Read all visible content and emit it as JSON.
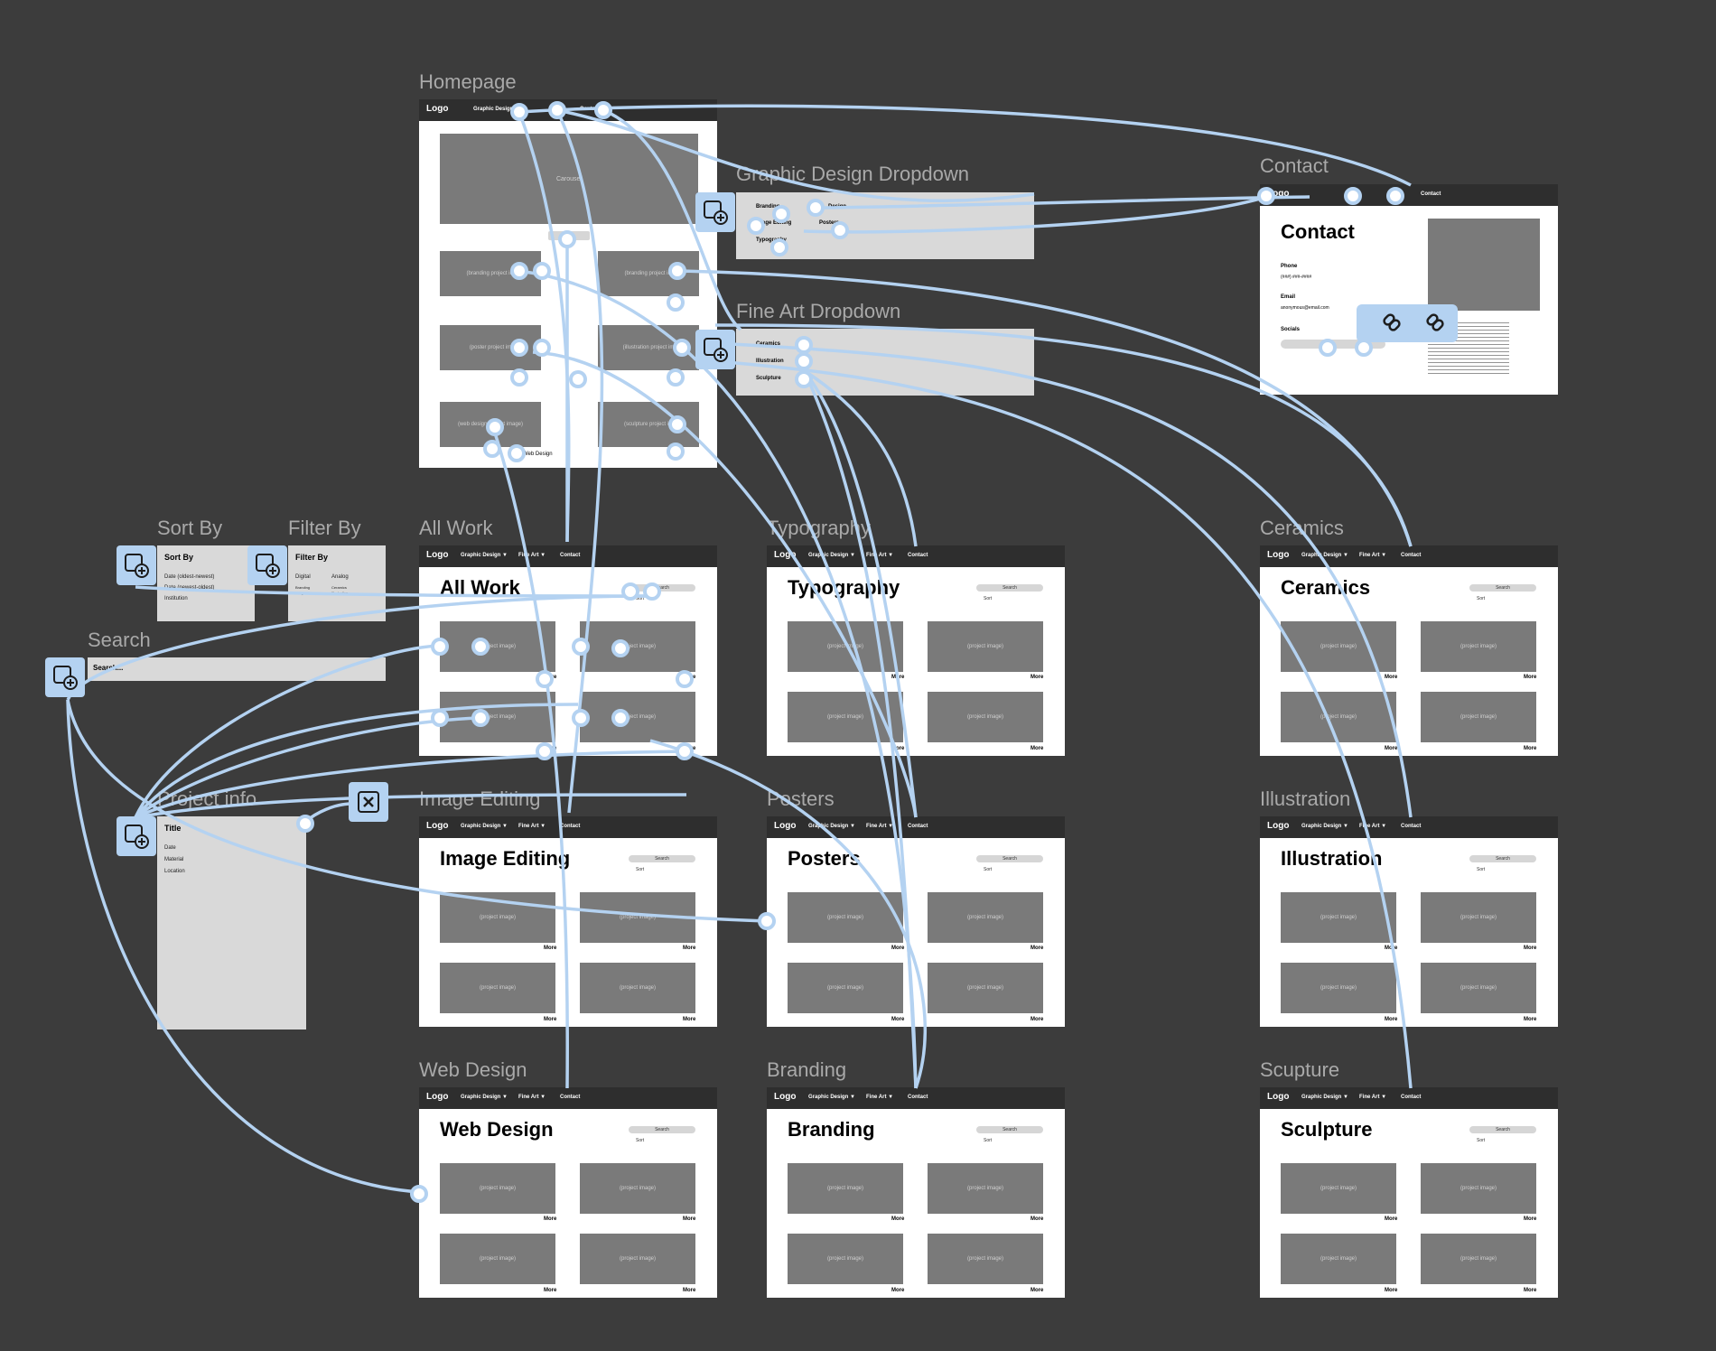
{
  "nav": {
    "logo": "Logo",
    "graphic_design": "Graphic Design",
    "graphic_design_dd": "Graphic Design ▼",
    "fine_art": "Fine Art ▼",
    "contact": "Contact"
  },
  "frames": {
    "homepage": {
      "title": "Homepage",
      "carousel": "Carousel",
      "tiles": [
        "(branding project im",
        "(branding project im",
        "(poster project im",
        "(illustration project im",
        "(web design project image)",
        "(sculpture project im"
      ],
      "caption": "Web Design"
    },
    "graphic_design_dropdown": {
      "title": "Graphic Design Dropdown",
      "items": [
        "Branding",
        "Design",
        "Image Editing",
        "Posters",
        "Typography"
      ]
    },
    "fine_art_dropdown": {
      "title": "Fine Art Dropdown",
      "items": [
        "Ceramics",
        "Illustration",
        "Sculpture"
      ]
    },
    "contact": {
      "title": "Contact",
      "heading": "Contact",
      "phone_label": "Phone",
      "phone_value": "(###) ###-####",
      "email_label": "Email",
      "email_value": "anonymous@email.com",
      "socials_label": "Socials"
    },
    "all_work": {
      "title": "All Work",
      "heading": "All Work"
    },
    "typography": {
      "title": "Typography",
      "heading": "Typography"
    },
    "ceramics": {
      "title": "Ceramics",
      "heading": "Ceramics"
    },
    "image_editing": {
      "title": "Image Editing",
      "heading": "Image Editing"
    },
    "posters": {
      "title": "Posters",
      "heading": "Posters"
    },
    "illustration": {
      "title": "Illustration",
      "heading": "Illustration"
    },
    "web_design": {
      "title": "Web Design",
      "heading": "Web Design"
    },
    "branding": {
      "title": "Branding",
      "heading": "Branding"
    },
    "sculpture": {
      "title": "Scupture",
      "heading": "Sculpture"
    }
  },
  "page_common": {
    "search": "Search",
    "sort": "Sort",
    "thumb": "(project image)",
    "more": "More"
  },
  "overlays": {
    "sort_by": {
      "title": "Sort By",
      "heading": "Sort By",
      "items": [
        "Date (oldest-newest)",
        "Date (newest-oldest)",
        "Institution"
      ]
    },
    "filter_by": {
      "title": "Filter By",
      "heading": "Filter By",
      "col1": [
        "Digital",
        "Branding",
        "Image Editing"
      ],
      "col2": [
        "Analog",
        "Ceramics",
        "Illustration"
      ]
    },
    "search": {
      "title": "Search",
      "placeholder": "Search..."
    },
    "project_info": {
      "title": "Project info",
      "heading": "Title",
      "items": [
        "Date",
        "Material",
        "Location"
      ]
    }
  },
  "icons": {
    "component": "add-component-icon",
    "close": "close-x-icon",
    "link": "link-icon"
  },
  "colors": {
    "canvas": "#3c3c3c",
    "wire": "#b4d2f1",
    "frame": "#ffffff",
    "nav": "#2e2e2e",
    "thumb": "#7a7a7a",
    "panel": "#d9d9d9"
  }
}
